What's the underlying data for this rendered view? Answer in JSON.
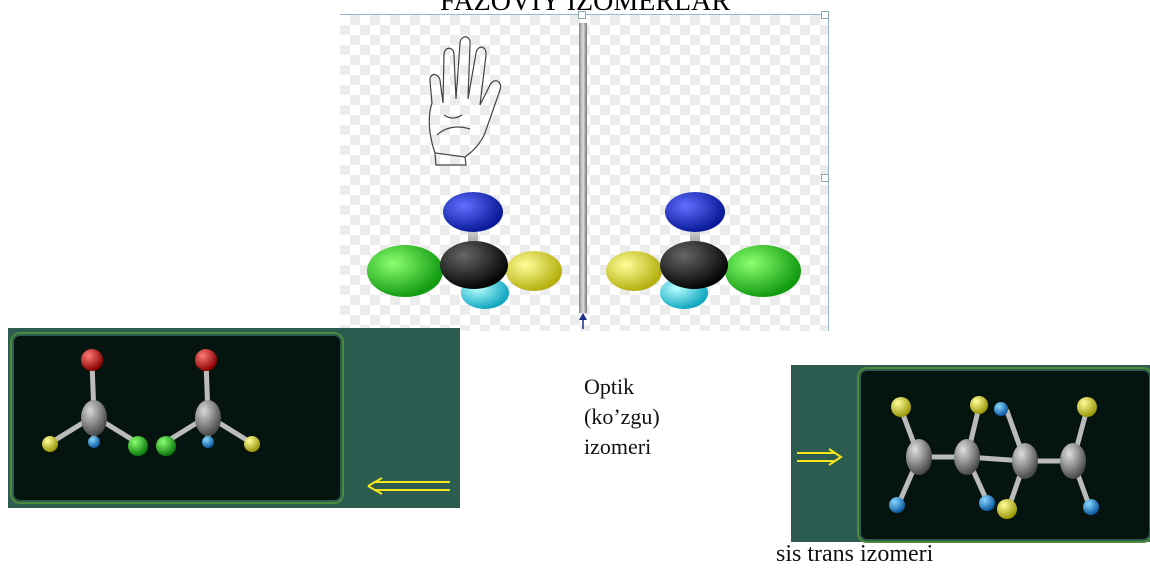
{
  "slide": {
    "title": "FAZOVIY IZOMERLAR",
    "optical_caption": [
      "Optik",
      "(ko’zgu)",
      "izomeri"
    ],
    "cis_trans_caption": "sis trans izomeri"
  },
  "colors": {
    "panel_green": "#2b5c4f",
    "panel_inner": "#061410",
    "panel_border": "#4e8a3c",
    "arrow_yellow": "#f2e61a",
    "atom_blue": "#1020b0",
    "atom_green": "#22c41a",
    "atom_yellow": "#e6e22a",
    "atom_cyan": "#2ed6e6",
    "atom_red": "#d01010",
    "carbon_black": "#111111"
  },
  "icons": [
    "left-hand-icon",
    "right-hand-icon",
    "double-arrow-left-icon",
    "double-arrow-right-icon"
  ]
}
